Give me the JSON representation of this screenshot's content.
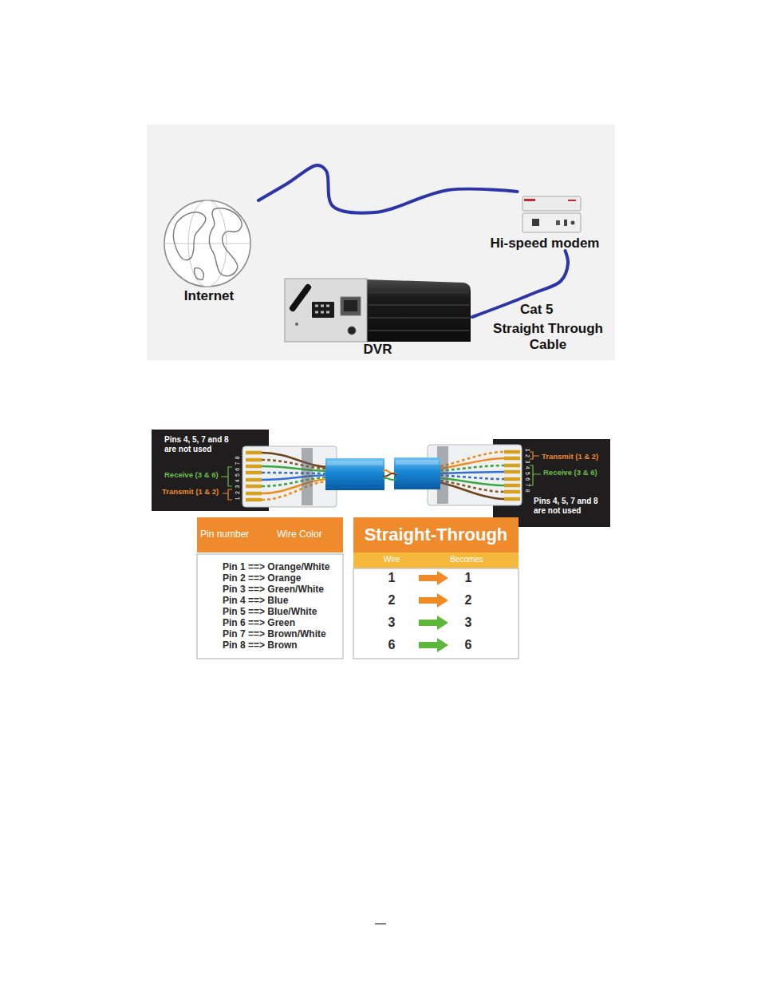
{
  "diagram": {
    "nodes": [
      {
        "text": [
          "Internet"
        ]
      },
      {
        "text": [
          "Hi-speed modem"
        ]
      },
      {
        "text": [
          "DVR"
        ]
      }
    ],
    "edges": [
      {
        "from": 0,
        "to": 1,
        "arrow": "none"
      },
      {
        "from": 1,
        "to": 2,
        "label": "Cat 5",
        "arrow": "none"
      }
    ],
    "labels": [
      "Straight Through Cable",
      "Pins 4, 5, 7 and 8 are not used",
      "Receive (3 & 6)",
      "Transmit (1 & 2)",
      "Transmit (1 & 2)",
      "Receive (3 & 6)",
      "Pins 4, 5, 7 and 8 are not used",
      "Pin number",
      "Wire Color",
      "Pin 1 ==> Orange/White",
      "Pin 2 ==> Orange",
      "Pin 3 ==> Green/White",
      "Pin 4 ==> Blue",
      "Pin 5 ==> Blue/White",
      "Pin 6 ==> Green",
      "Pin 7 ==> Brown/White",
      "Pin 8 ==> Brown",
      "Straight-Through",
      "Wire",
      "Becomes",
      "1",
      "1",
      "2",
      "2",
      "3",
      "3",
      "6",
      "6",
      "12345678",
      "12345678"
    ]
  }
}
